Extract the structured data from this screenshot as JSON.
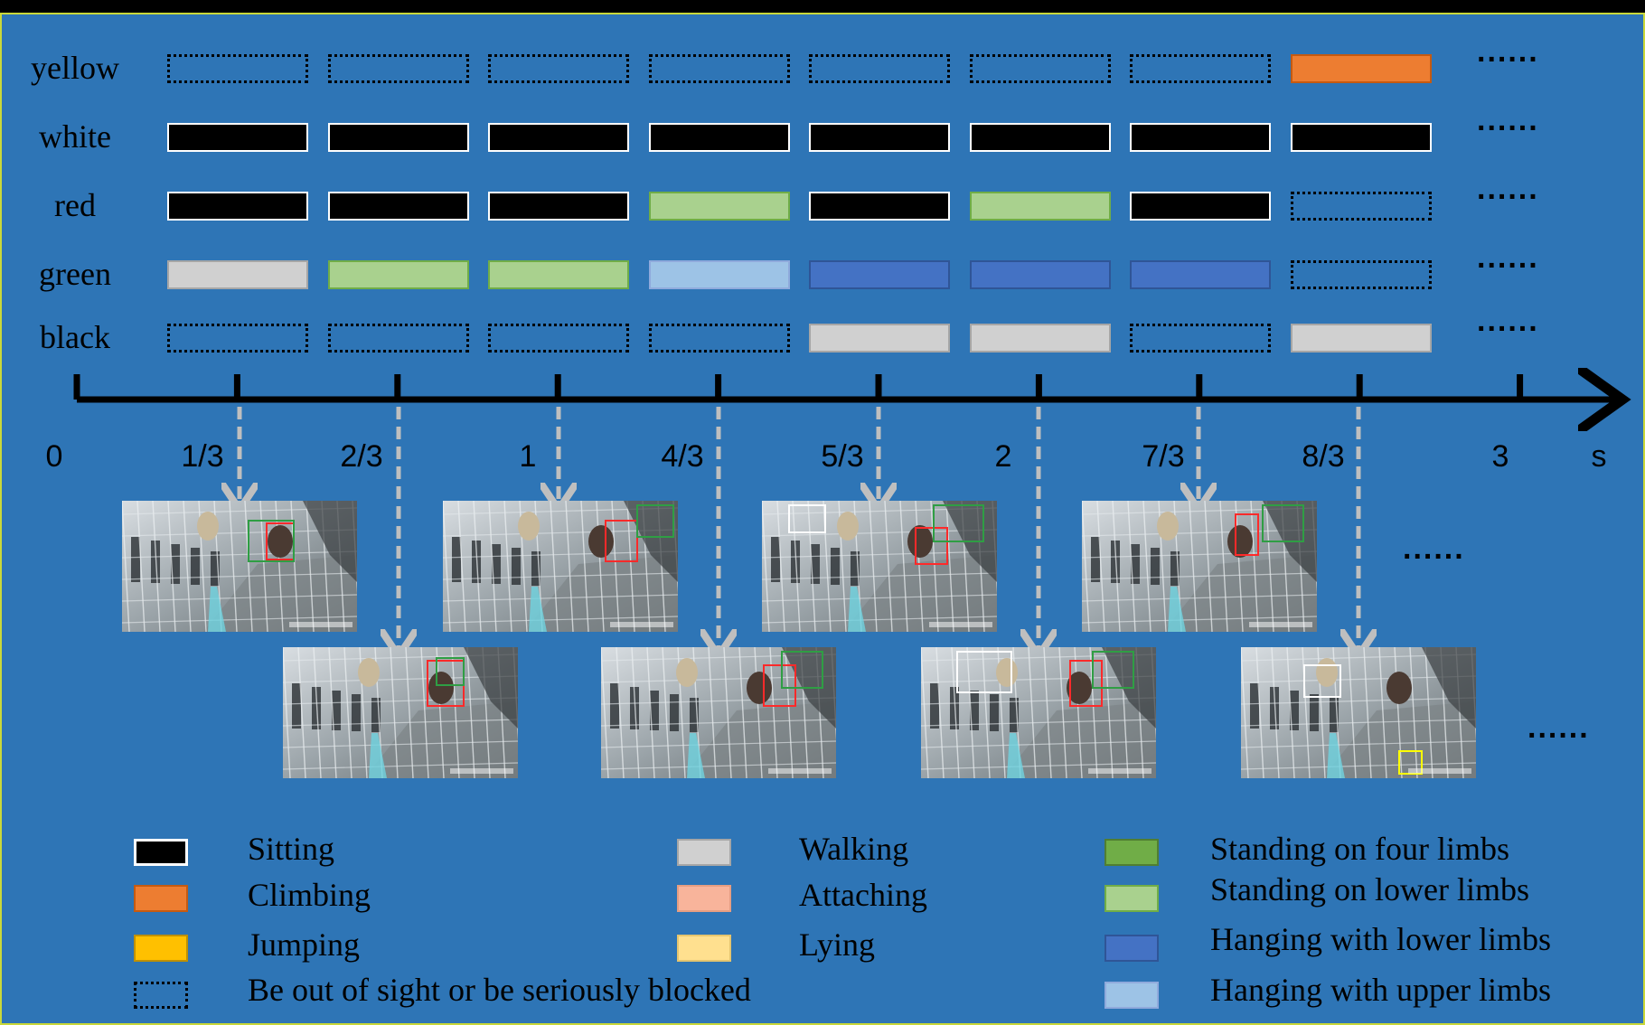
{
  "rows": [
    {
      "label": "yellow",
      "segments": [
        "occluded",
        "occluded",
        "occluded",
        "occluded",
        "occluded",
        "occluded",
        "occluded",
        "climbing"
      ]
    },
    {
      "label": "white",
      "segments": [
        "sitting",
        "sitting",
        "sitting",
        "sitting",
        "sitting",
        "sitting",
        "sitting",
        "sitting"
      ]
    },
    {
      "label": "red",
      "segments": [
        "sitting",
        "sitting",
        "sitting",
        "standing_lower",
        "sitting",
        "standing_lower",
        "sitting",
        "occluded"
      ]
    },
    {
      "label": "green",
      "segments": [
        "walking",
        "standing_lower",
        "standing_lower",
        "hanging_upper",
        "hanging_lower",
        "hanging_lower",
        "hanging_lower",
        "occluded"
      ]
    },
    {
      "label": "black",
      "segments": [
        "occluded",
        "occluded",
        "occluded",
        "occluded",
        "walking",
        "walking",
        "occluded",
        "walking"
      ]
    }
  ],
  "ellipsis": "......",
  "axis": {
    "ticks": [
      "0",
      "1/3",
      "2/3",
      "1",
      "4/3",
      "5/3",
      "2",
      "7/3",
      "8/3",
      "3"
    ],
    "unit": "s"
  },
  "legend": [
    {
      "key": "sitting",
      "label": "Sitting",
      "fill": "#000000",
      "stroke": "#FFFFFF"
    },
    {
      "key": "climbing",
      "label": "Climbing",
      "fill": "#ED7D31",
      "stroke": "#C55A11"
    },
    {
      "key": "jumping",
      "label": "Jumping",
      "fill": "#FFC000",
      "stroke": "#BF9000"
    },
    {
      "key": "occluded",
      "label": "Be out of sight or be seriously blocked",
      "fill": "none",
      "stroke": "#000000"
    },
    {
      "key": "walking",
      "label": "Walking",
      "fill": "#D0D0D0",
      "stroke": "#A6A6A6"
    },
    {
      "key": "attaching",
      "label": "Attaching",
      "fill": "#F8B49B",
      "stroke": "#E69E82"
    },
    {
      "key": "lying",
      "label": "Lying",
      "fill": "#FFE08F",
      "stroke": "#E5C56F"
    },
    {
      "key": "standing_four",
      "label": "Standing on four limbs",
      "fill": "#70AD47",
      "stroke": "#507E32"
    },
    {
      "key": "standing_lower",
      "label": "Standing on lower limbs",
      "fill": "#A9D18E",
      "stroke": "#70AD47"
    },
    {
      "key": "hanging_lower",
      "label": "Hanging with lower limbs",
      "fill": "#4472C4",
      "stroke": "#2F5597"
    },
    {
      "key": "hanging_upper",
      "label": "Hanging with upper limbs",
      "fill": "#9DC3E6",
      "stroke": "#8FAADC"
    }
  ],
  "frames": {
    "count_top": 4,
    "count_bottom": 4,
    "ellipsis": "......"
  },
  "colors": {
    "background": "#2E75B6",
    "axis": "#000000",
    "arrow": "#BFBFBF",
    "border": "#C9D83A"
  }
}
